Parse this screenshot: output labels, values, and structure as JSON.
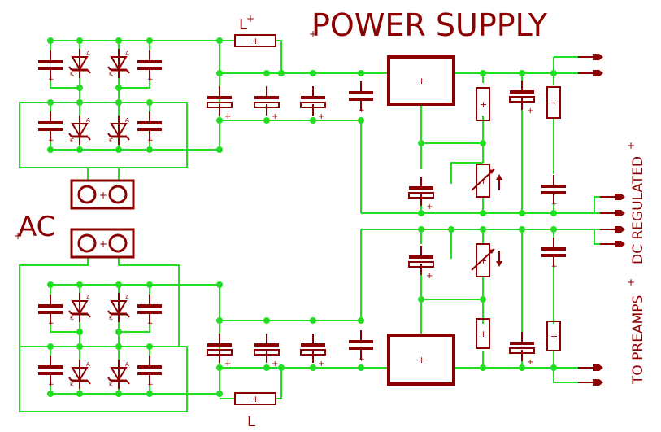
{
  "title": "POWER SUPPLY",
  "input_label": "AC",
  "output_label_line1": "DC REGULATED",
  "output_label_line2": "TO PREAMPS",
  "inductor_label_top": "L",
  "inductor_label_bottom": "L",
  "polarity_mark": "+",
  "diode_anode_mark": "A",
  "diode_cathode_mark": "K",
  "colors": {
    "background": "#ffffff",
    "wire": "#22dd22",
    "node": "#22dd22",
    "component": "#8b0000",
    "text": "#8b0000"
  }
}
